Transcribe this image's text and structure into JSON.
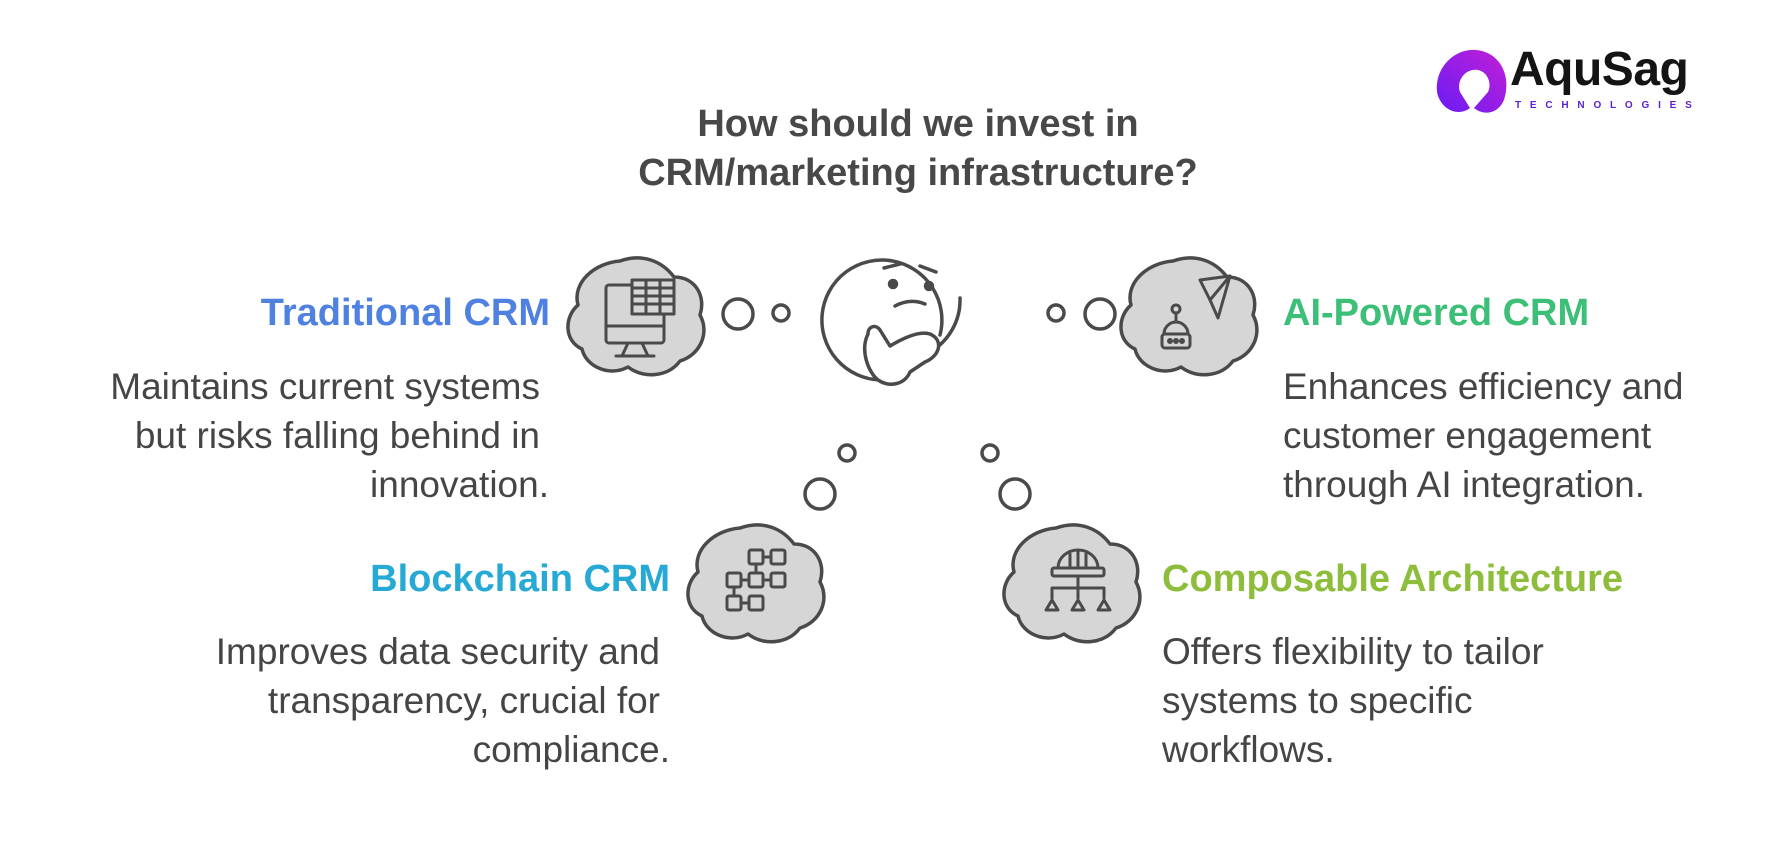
{
  "title_line1": "How should we invest in",
  "title_line2": "CRM/marketing infrastructure?",
  "logo": {
    "name": "AquSag",
    "tagline": "TECHNOLOGIES",
    "icon": "aqusag-logo-icon"
  },
  "center_icon": "thinking-face-icon",
  "options": {
    "traditional": {
      "title": "Traditional CRM",
      "color": "#4f81e0",
      "icon": "monitor-spreadsheet-icon",
      "lines": [
        "Maintains current systems",
        "but risks falling behind in",
        "innovation."
      ]
    },
    "ai": {
      "title": "AI-Powered CRM",
      "color": "#3cbf77",
      "icon": "robot-send-icon",
      "lines": [
        "Enhances efficiency and",
        "customer engagement",
        "through AI integration."
      ]
    },
    "blockchain": {
      "title": "Blockchain CRM",
      "color": "#26a9d4",
      "icon": "blockchain-blocks-icon",
      "lines": [
        "Improves data security and",
        "transparency, crucial for",
        "compliance."
      ]
    },
    "composable": {
      "title": "Composable Architecture",
      "color": "#8ebd3c",
      "icon": "hardhat-hierarchy-icon",
      "lines": [
        "Offers flexibility to tailor",
        "systems to specific",
        "workflows."
      ]
    }
  }
}
